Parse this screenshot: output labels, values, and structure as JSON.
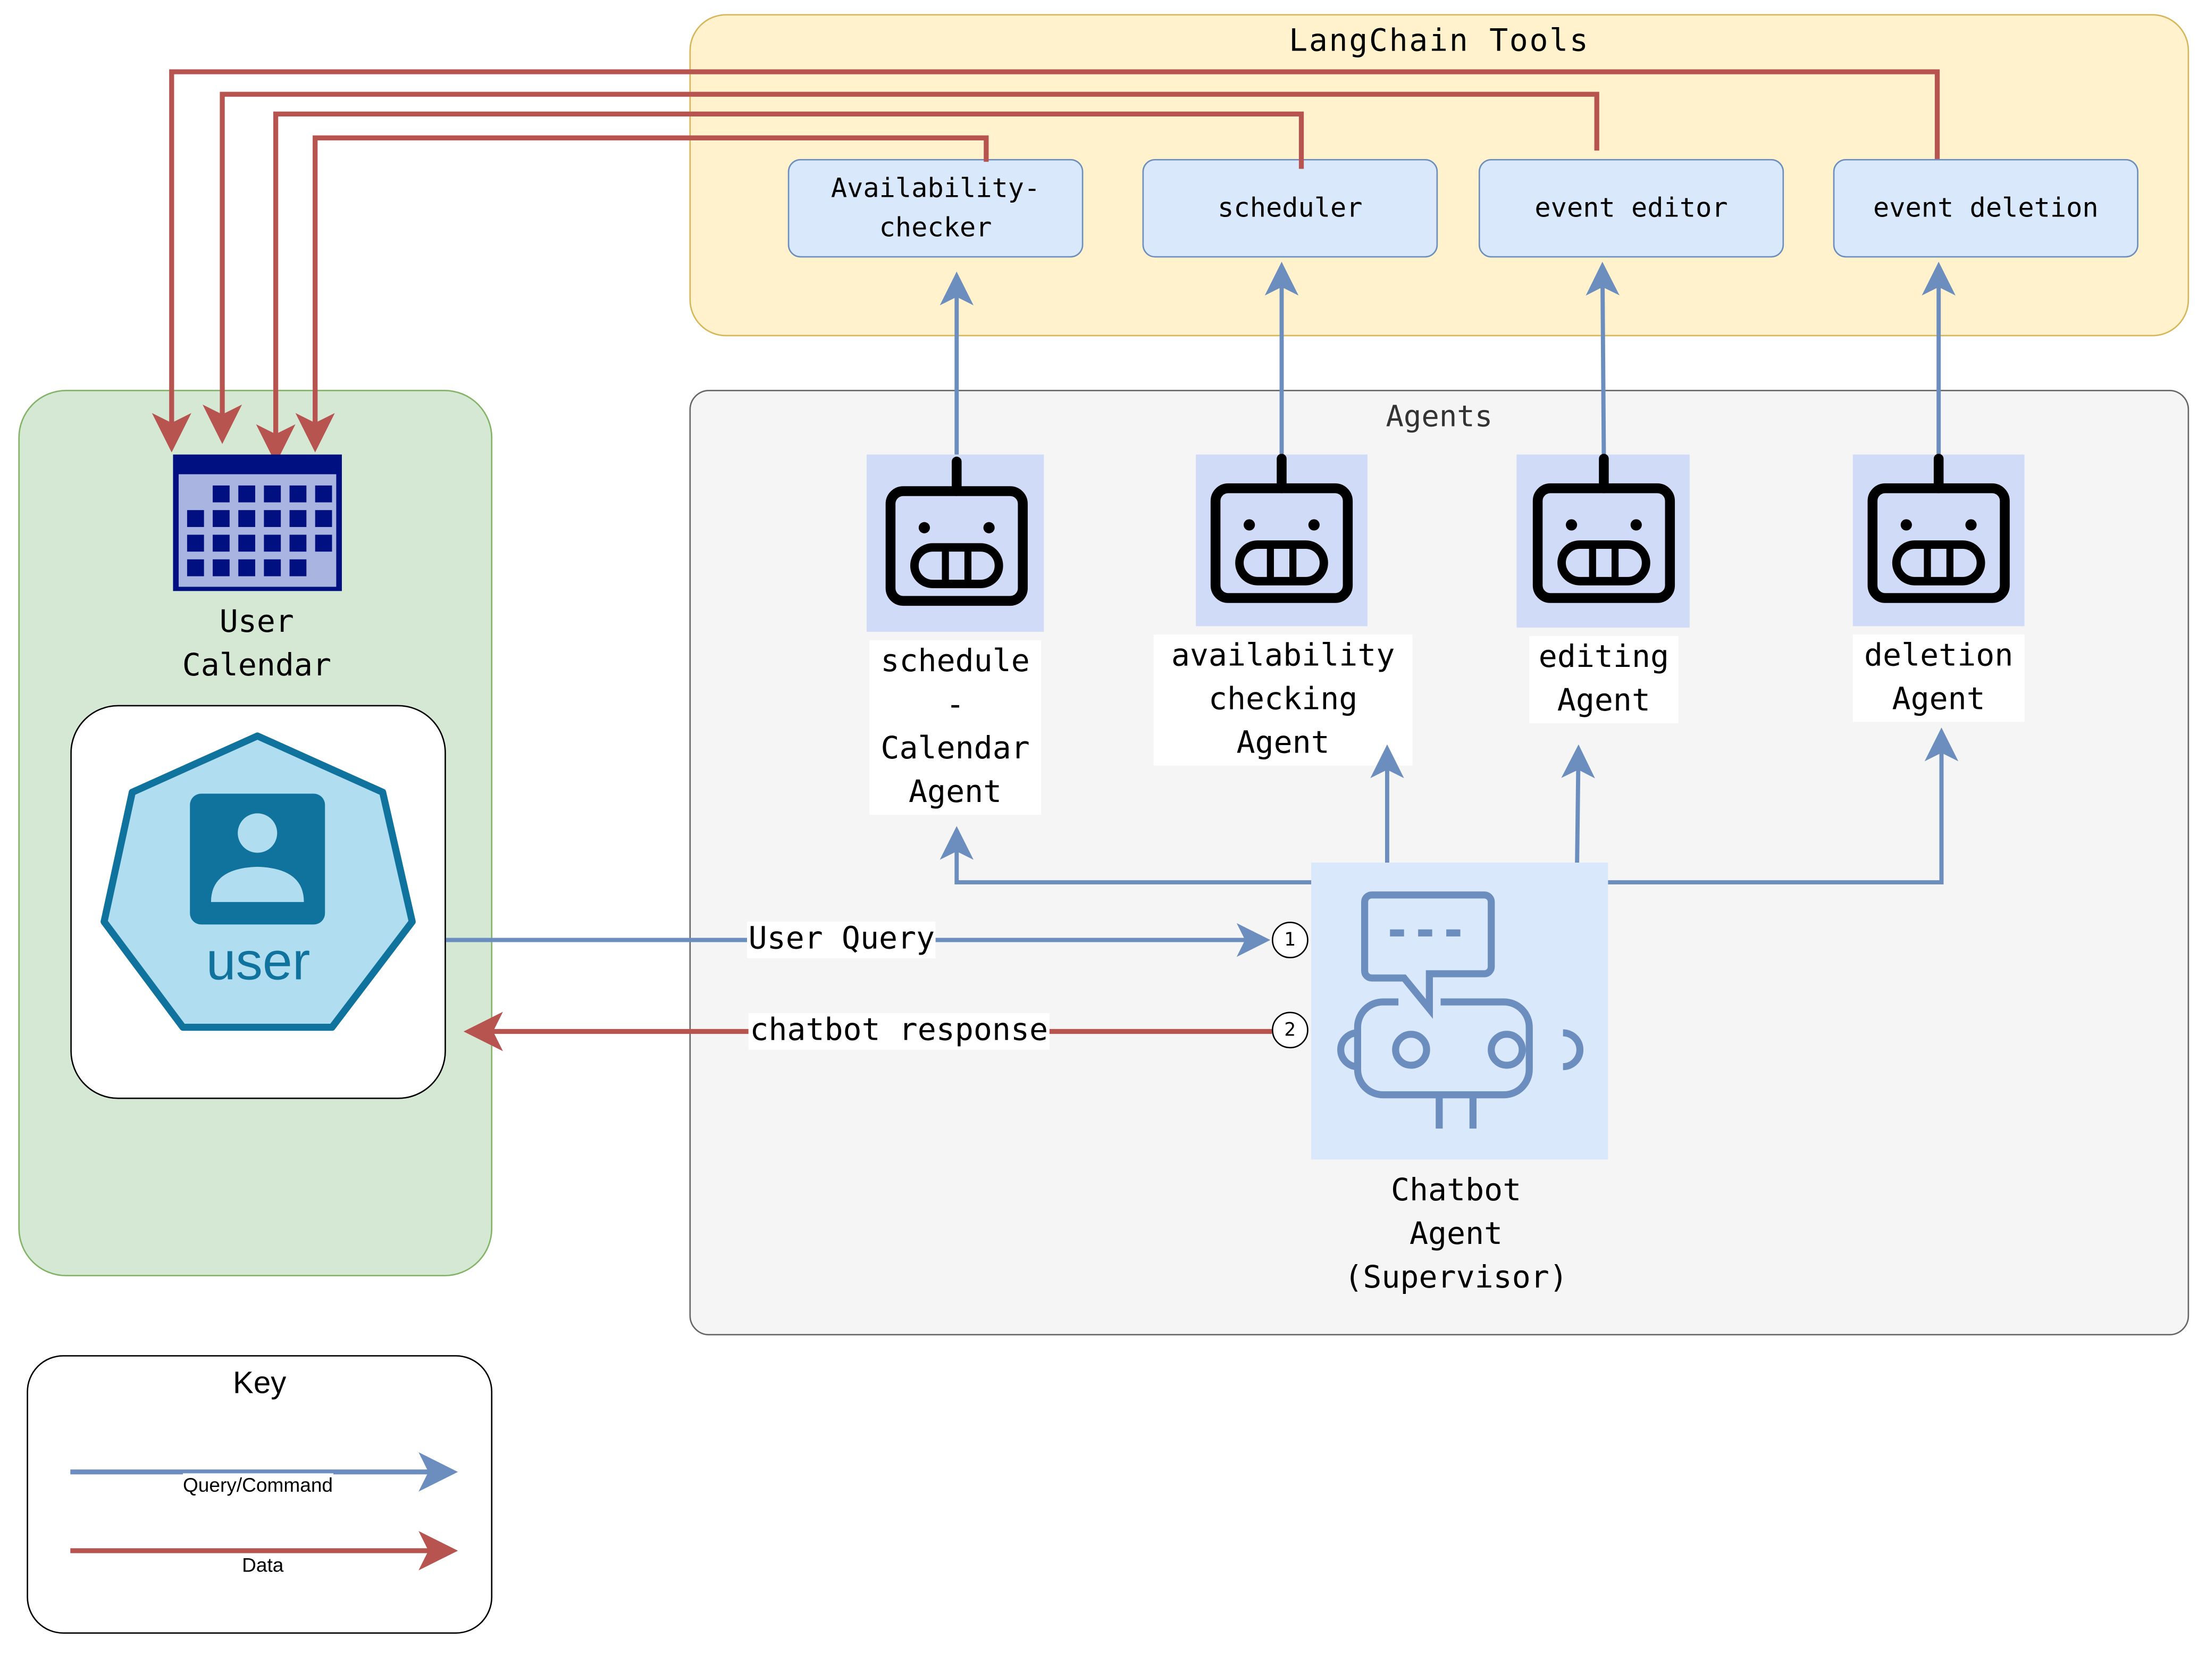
{
  "groups": {
    "tools": {
      "title": "LangChain Tools"
    },
    "agents": {
      "title": "Agents"
    },
    "user": {
      "calendar_label": "User\nCalendar",
      "user_icon_text": "user"
    },
    "key": {
      "title": "Key"
    }
  },
  "tools": [
    {
      "id": "availability-checker",
      "label": "Availability-\nchecker"
    },
    {
      "id": "scheduler",
      "label": "scheduler"
    },
    {
      "id": "event-editor",
      "label": "event editor"
    },
    {
      "id": "event-deletion",
      "label": "event deletion"
    }
  ],
  "agents": [
    {
      "id": "schedule-calendar-agent",
      "label": "schedule\n-\nCalendar\nAgent",
      "icon": "robot-face-icon"
    },
    {
      "id": "availability-checking-agent",
      "label": "availability\nchecking\nAgent",
      "icon": "robot-face-icon"
    },
    {
      "id": "editing-agent",
      "label": "editing\nAgent",
      "icon": "robot-face-icon"
    },
    {
      "id": "deletion-agent",
      "label": "deletion\nAgent",
      "icon": "robot-face-icon"
    }
  ],
  "supervisor": {
    "label": "Chatbot\nAgent\n(Supervisor)",
    "icon": "chatbot-icon"
  },
  "edges": {
    "user_query": {
      "label": "User Query",
      "step": "1"
    },
    "chatbot_response": {
      "label": "chatbot response",
      "step": "2"
    }
  },
  "legend": [
    {
      "label": "Query/Command",
      "color": "#6c8ebf"
    },
    {
      "label": "Data",
      "color": "#b85450"
    }
  ],
  "colors": {
    "query": "#6c8ebf",
    "data": "#b85450",
    "calendar": "#001080",
    "user_icon": "#10739e"
  }
}
